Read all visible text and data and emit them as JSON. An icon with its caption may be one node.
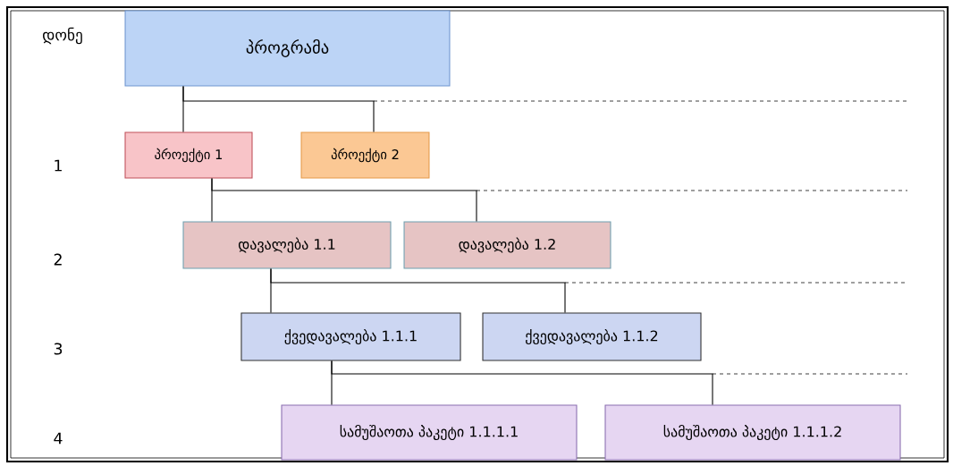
{
  "diagram": {
    "nodes": [
      {
        "text": [
          "პროგრამა"
        ]
      },
      {
        "text": [
          "პროექტი 1"
        ]
      },
      {
        "text": [
          "პროექტი 2"
        ]
      },
      {
        "text": [
          "დავალება 1.1"
        ]
      },
      {
        "text": [
          "დავალება 1.2"
        ]
      },
      {
        "text": [
          "ქვედავალება 1.1.1"
        ]
      },
      {
        "text": [
          "ქვედავალება 1.1.2"
        ]
      },
      {
        "text": [
          "სამუშაოთა პაკეტი 1.1.1.1"
        ]
      },
      {
        "text": [
          "სამუშაოთა პაკეტი 1.1.1.2"
        ]
      }
    ],
    "edges": [
      {
        "from": 0,
        "to": 1,
        "arrow": "none"
      },
      {
        "from": 0,
        "to": 2,
        "arrow": "none"
      },
      {
        "from": 1,
        "to": 3,
        "arrow": "none"
      },
      {
        "from": 1,
        "to": 4,
        "arrow": "none"
      },
      {
        "from": 3,
        "to": 5,
        "arrow": "none"
      },
      {
        "from": 3,
        "to": 6,
        "arrow": "none"
      },
      {
        "from": 5,
        "to": 7,
        "arrow": "none"
      },
      {
        "from": 5,
        "to": 8,
        "arrow": "none"
      }
    ],
    "labels": [
      "დონე",
      "1",
      "2",
      "3",
      "4"
    ]
  }
}
